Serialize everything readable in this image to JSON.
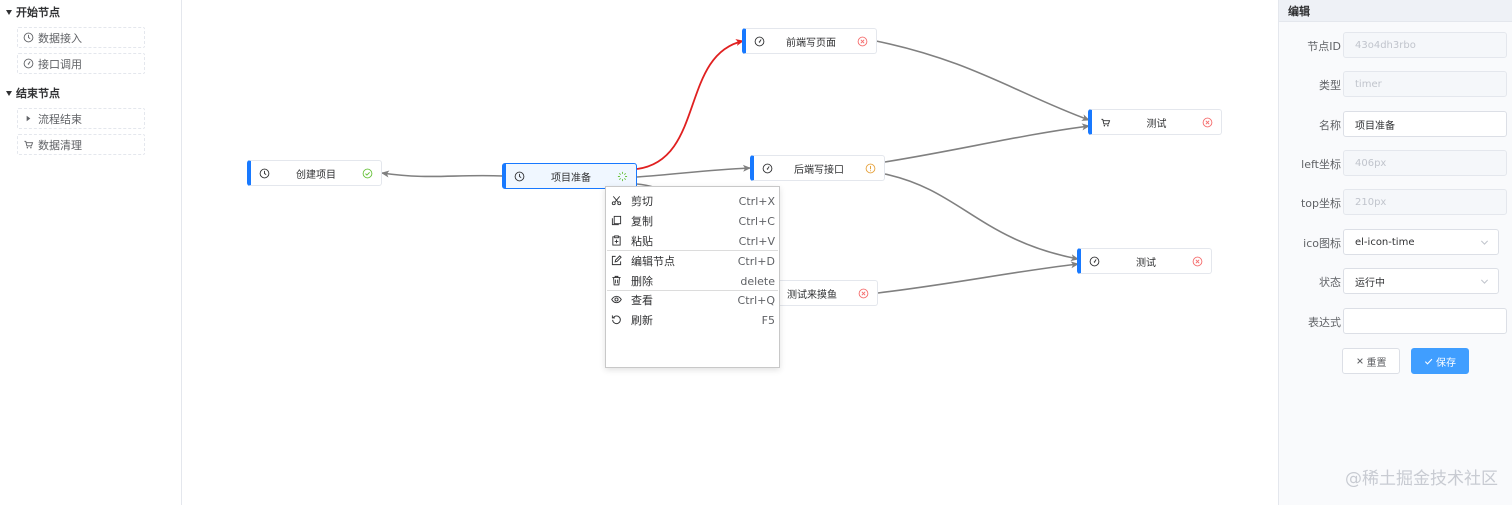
{
  "palette": {
    "groups": [
      {
        "title": "开始节点",
        "items": [
          {
            "label": "数据接入",
            "icon": "time-icon"
          },
          {
            "label": "接口调用",
            "icon": "odometer-icon"
          }
        ]
      },
      {
        "title": "结束节点",
        "items": [
          {
            "label": "流程结束",
            "icon": "caret-right-icon"
          },
          {
            "label": "数据清理",
            "icon": "shopping-cart-icon"
          }
        ]
      }
    ]
  },
  "nodes": [
    {
      "id": "create-project",
      "label": "创建项目",
      "icon": "time-icon",
      "status": "success"
    },
    {
      "id": "project-prepare",
      "label": "项目准备",
      "icon": "time-icon",
      "status": "running"
    },
    {
      "id": "frontend-page",
      "label": "前端写页面",
      "icon": "odometer-icon",
      "status": "error"
    },
    {
      "id": "backend-api",
      "label": "后端写接口",
      "icon": "odometer-icon",
      "status": "warning"
    },
    {
      "id": "test-a",
      "label": "测试",
      "icon": "shopping-cart-icon",
      "status": "error"
    },
    {
      "id": "test-b",
      "label": "测试",
      "icon": "odometer-icon",
      "status": "error"
    },
    {
      "id": "test-slack",
      "label": "测试来摸鱼",
      "icon": "odometer-icon",
      "status": "error"
    }
  ],
  "context_menu": {
    "items": [
      {
        "label": "剪切",
        "shortcut": "Ctrl+X",
        "icon": "scissors-icon"
      },
      {
        "label": "复制",
        "shortcut": "Ctrl+C",
        "icon": "copy-icon"
      },
      {
        "label": "粘贴",
        "shortcut": "Ctrl+V",
        "icon": "paste-icon"
      },
      {
        "label": "编辑节点",
        "shortcut": "Ctrl+D",
        "icon": "edit-icon"
      },
      {
        "label": "删除",
        "shortcut": "delete",
        "icon": "delete-icon"
      },
      {
        "label": "查看",
        "shortcut": "Ctrl+Q",
        "icon": "view-icon"
      },
      {
        "label": "刷新",
        "shortcut": "F5",
        "icon": "refresh-icon"
      }
    ]
  },
  "panel": {
    "title": "编辑",
    "fields": {
      "node_id": {
        "label": "节点ID",
        "value": "43o4dh3rbo"
      },
      "type": {
        "label": "类型",
        "value": "timer"
      },
      "name": {
        "label": "名称",
        "value": "项目准备"
      },
      "left": {
        "label": "left坐标",
        "value": "406px"
      },
      "top": {
        "label": "top坐标",
        "value": "210px"
      },
      "icon": {
        "label": "ico图标",
        "value": "el-icon-time"
      },
      "state": {
        "label": "状态",
        "value": "运行中"
      },
      "expression": {
        "label": "表达式",
        "value": ""
      }
    },
    "reset_label": "重置",
    "save_label": "保存"
  },
  "colors": {
    "accent": "#1879ff",
    "active_edge": "#e02020",
    "edge": "#808080",
    "success": "#67c23a",
    "warning": "#e6a23c",
    "error": "#f56c6c",
    "primary_button": "#409eff"
  },
  "watermark": "@稀土掘金技术社区"
}
